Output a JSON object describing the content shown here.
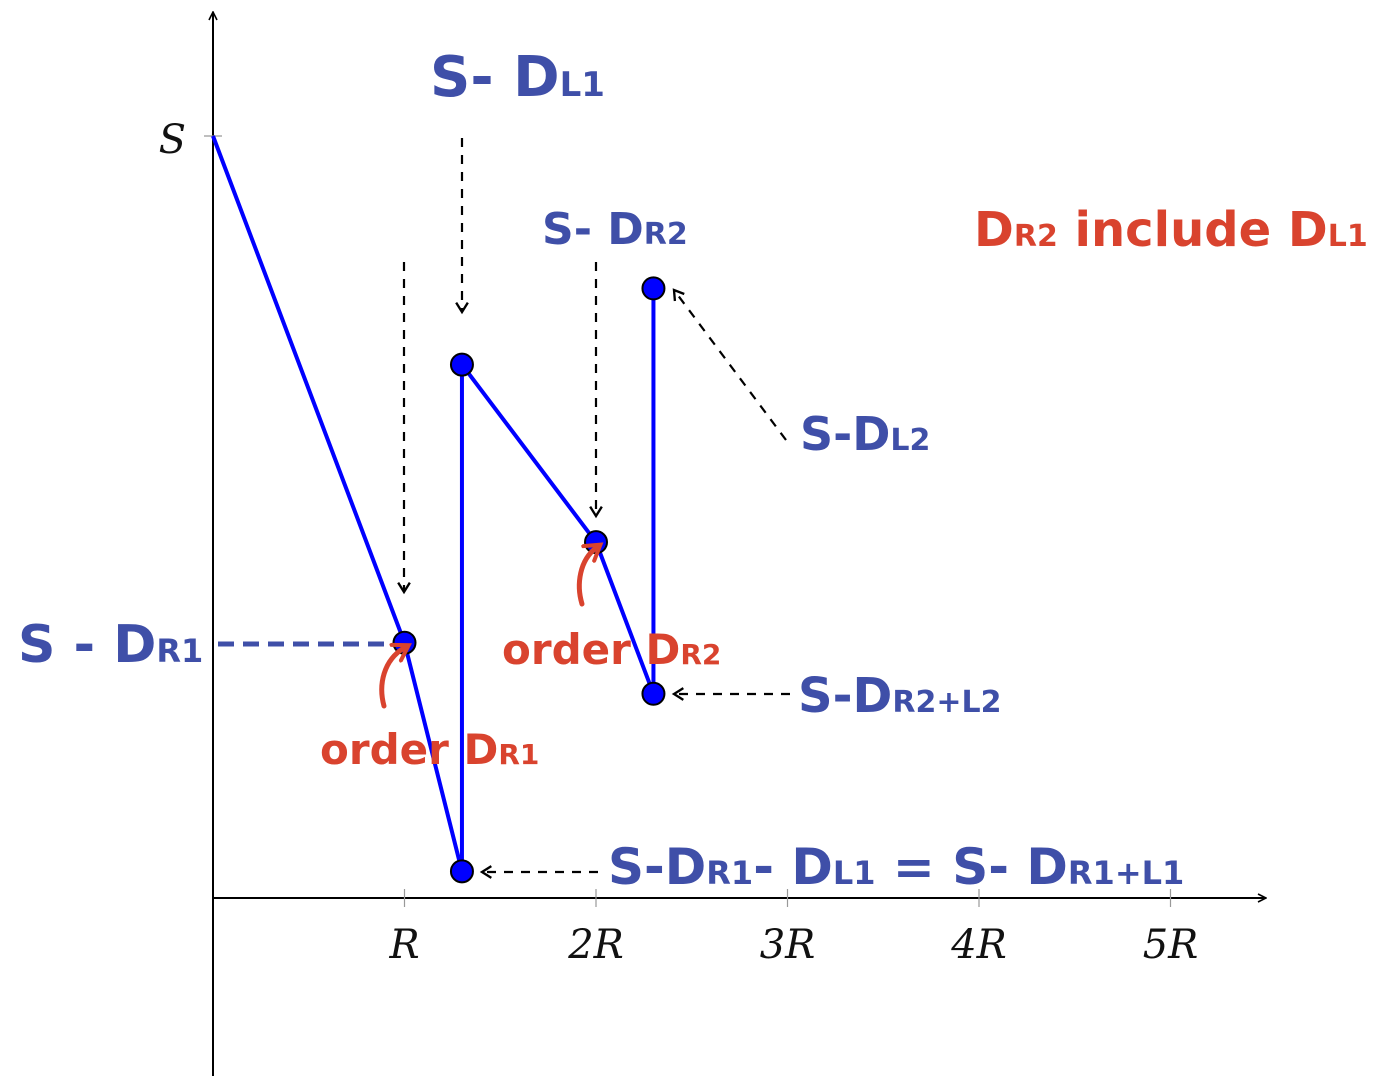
{
  "chart_data": {
    "type": "line",
    "y_axis_label": "S",
    "x_ticks": [
      {
        "value": 1,
        "label": "R"
      },
      {
        "value": 2,
        "label": "2R"
      },
      {
        "value": 3,
        "label": "3R"
      },
      {
        "value": 4,
        "label": "4R"
      },
      {
        "value": 5,
        "label": "5R"
      }
    ],
    "series": [
      {
        "color": "#0000ff",
        "points": [
          {
            "x": 0,
            "y": 1.0
          },
          {
            "x": 1.0,
            "y": 0.335
          },
          {
            "x": 1.3,
            "y": 0.035
          },
          {
            "x": 1.3,
            "y": 0.7
          },
          {
            "x": 2.0,
            "y": 0.467
          },
          {
            "x": 2.3,
            "y": 0.268
          },
          {
            "x": 2.3,
            "y": 0.8
          }
        ],
        "markers": [
          {
            "x": 1.0,
            "y": 0.335
          },
          {
            "x": 1.3,
            "y": 0.035
          },
          {
            "x": 1.3,
            "y": 0.7
          },
          {
            "x": 2.0,
            "y": 0.467
          },
          {
            "x": 2.3,
            "y": 0.268
          },
          {
            "x": 2.3,
            "y": 0.8
          }
        ]
      }
    ]
  },
  "annotations": {
    "s_dl1": {
      "main": "S- D",
      "sub": "L1"
    },
    "s_dr2": {
      "main": "S- D",
      "sub": "R2"
    },
    "s_dl2": {
      "main": "S-D",
      "sub": "L2"
    },
    "s_dr1": {
      "main": "S - D",
      "sub": "R1"
    },
    "s_dr2l2": {
      "main": "S-D",
      "sub": "R2+L2"
    },
    "bottom_eq": {
      "p1": "S-D",
      "s1": "R1",
      "p2": "- D",
      "s2": "L1",
      "p3": " = S- D",
      "s3": "R1+L1"
    },
    "note": {
      "p1": "D",
      "s1": "R2",
      "p2": " include D",
      "s2": "L1"
    },
    "order1": {
      "main": "order D",
      "sub": "R1"
    },
    "order2": {
      "main": "order D",
      "sub": "R2"
    }
  },
  "colors": {
    "line": "#0000ff",
    "marker": "#0000ff",
    "annotation_blue": "#3f4fa8",
    "annotation_red": "#d9432e"
  }
}
